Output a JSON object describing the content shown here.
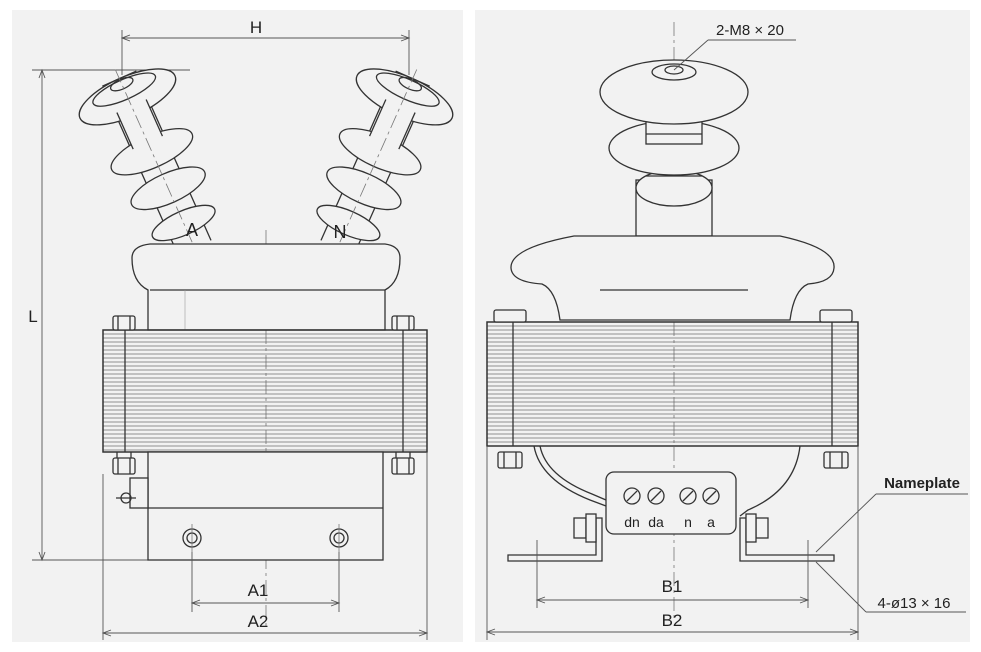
{
  "front_view": {
    "dim_H": "H",
    "dim_L": "L",
    "dim_A1": "A1",
    "dim_A2": "A2",
    "terminal_A": "A",
    "terminal_N": "N"
  },
  "side_view": {
    "bolt_spec": "2-M8 × 20",
    "terminals": [
      "dn",
      "da",
      "n",
      "a"
    ],
    "nameplate_label": "Nameplate",
    "mount_holes": "4-ø13 × 16",
    "dim_B1": "B1",
    "dim_B2": "B2"
  },
  "colors": {
    "background": "#f2f2f2",
    "line": "#333333",
    "dim_line": "#555555"
  }
}
